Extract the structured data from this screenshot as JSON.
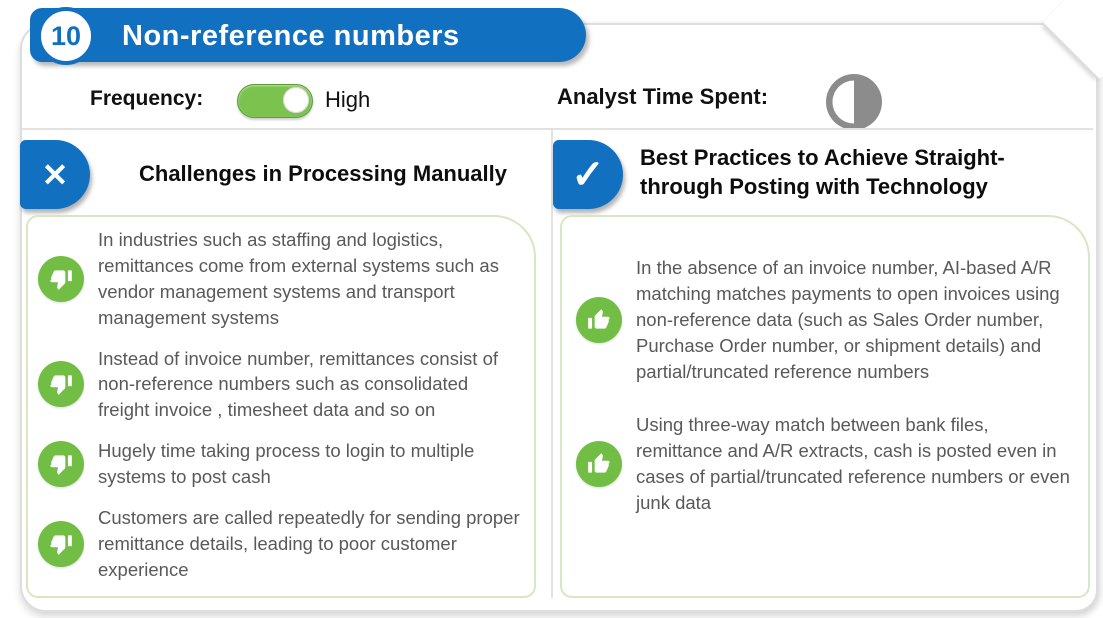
{
  "header": {
    "number": "10",
    "title": "Non-reference numbers",
    "frequency_label": "Frequency:",
    "frequency_value": "High",
    "frequency_toggle_state": "on",
    "analyst_label": "Analyst Time Spent:",
    "analyst_icon": "half-filled-circle"
  },
  "colors": {
    "brand_blue": "#1170bf",
    "green": "#72be44",
    "toggle_green": "#7cc24f",
    "box_border_green": "#d9e6c3",
    "body_text_gray": "#595959",
    "icon_gray": "#8c8c8c"
  },
  "challenges": {
    "badge_icon": "x-mark",
    "badge_glyph": "✕",
    "heading": "Challenges in Processing Manually",
    "items": [
      "In industries such as staffing and logistics, remittances come from external systems such as vendor management systems and transport management systems",
      "Instead of invoice number, remittances consist of non-reference numbers such as consolidated freight invoice , timesheet data and so on",
      "Hugely time taking process to login to multiple systems to post cash",
      "Customers are called repeatedly for sending proper remittance details, leading to poor customer experience"
    ]
  },
  "best_practices": {
    "badge_icon": "check-mark",
    "badge_glyph": "✓",
    "heading": "Best Practices to Achieve Straight-through Posting with Technology",
    "items": [
      "In the absence of an invoice number, AI-based A/R matching matches payments to open invoices using non-reference data (such as Sales Order number, Purchase Order number, or shipment details) and partial/truncated reference numbers",
      "Using three-way match between bank files, remittance and A/R extracts, cash is posted even in cases of partial/truncated reference numbers or even junk data"
    ]
  }
}
